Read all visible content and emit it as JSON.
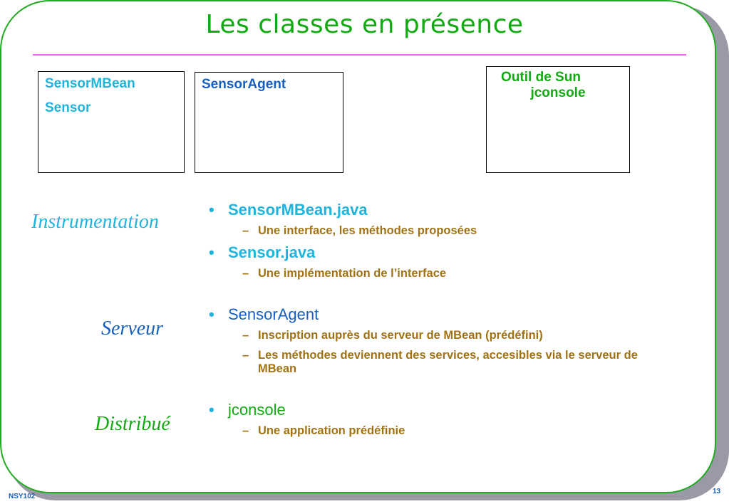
{
  "title": "Les classes en présence",
  "boxes": {
    "box1": {
      "line1": "SensorMBean",
      "line2": "Sensor"
    },
    "box2": {
      "line1": "SensorAgent"
    },
    "box3": {
      "line1": "Outil de Sun",
      "line2": "jconsole"
    }
  },
  "side_labels": {
    "instrumentation": "Instrumentation",
    "serveur": "Serveur",
    "distribue": "Distribué"
  },
  "bullets": [
    {
      "label": "SensorMBean.java",
      "subs": [
        "Une interface, les méthodes proposées"
      ]
    },
    {
      "label": "Sensor.java",
      "subs": [
        "Une implémentation de l’interface"
      ]
    },
    {
      "label": "SensorAgent",
      "subs": [
        "Inscription auprès du serveur de MBean (prédéfini)",
        "Les méthodes deviennent des services, accesibles via le serveur de MBean"
      ]
    },
    {
      "label": "jconsole",
      "subs": [
        "Une application prédéfinie"
      ]
    }
  ],
  "bullet_glyph": "•",
  "dash_glyph": "–",
  "footer": {
    "left": "NSY102",
    "page": "13"
  },
  "colors": {
    "frame": "#22aa22",
    "title": "#11aa11",
    "rule": "#ee66ee",
    "cyan": "#1fb4dd",
    "blue": "#1560c0",
    "green": "#11aa11",
    "sub": "#a07214",
    "shadow": "#9a9aa6"
  }
}
